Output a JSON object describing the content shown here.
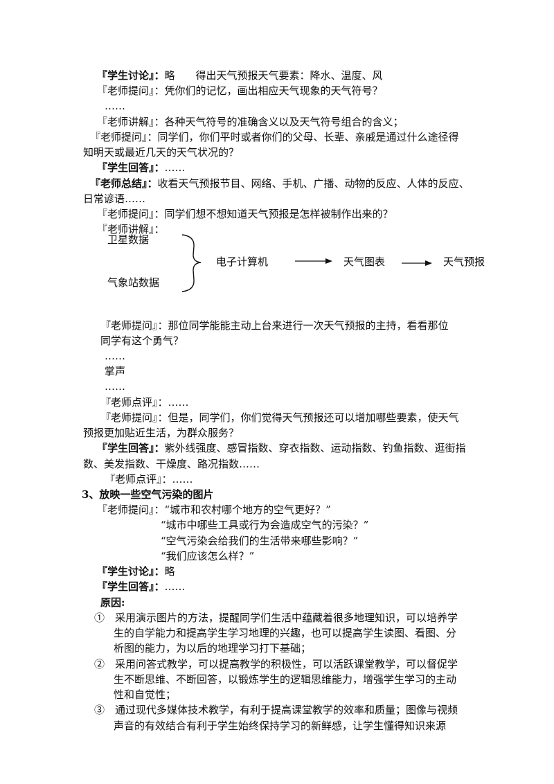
{
  "lines": [
    {
      "label": "『学生讨论』：",
      "text": "略　　得出天气预报天气要素：降水、温度、风",
      "bold_label": true
    },
    {
      "label": "『老师提问』：",
      "text": "凭你们的记忆，画出相应天气现象的天气符号？"
    },
    {
      "text": "……"
    },
    {
      "label": "『老师讲解』：",
      "text": "各种天气符号的准确含义以及天气符号组合的含义；"
    },
    {
      "label": "『老师提问』：",
      "text": "同学们，你们平时或者你们的父母、长辈、亲戚是通过什么途径得"
    },
    {
      "text": "知明天或最近几天的天气状况的？"
    },
    {
      "label": "『学生回答』：",
      "text": "……",
      "bold_label": true
    },
    {
      "label": "『老师总结』：",
      "text": "收看天气预报节目、网络、手机、广播、动物的反应、人体的反应、"
    },
    {
      "text": "日常谚语……"
    },
    {
      "label": "『老师提问』：",
      "text": "同学们想不想知道天气预报是怎样被制作出来的？"
    },
    {
      "label": "『老师讲解』：",
      "text": ""
    },
    {
      "label": "『老师提问』：",
      "text": "那位同学能能主动上台来进行一次天气预报的主持，看看那位"
    },
    {
      "text": "同学有这个勇气？"
    },
    {
      "text": "……"
    },
    {
      "text": "掌声"
    },
    {
      "text": "……"
    },
    {
      "label": "『老师点评』：",
      "text": "……"
    },
    {
      "label": "『老师提问』：",
      "text": "但是，同学们，你们觉得天气预报还可以增加哪些要素，使天气"
    },
    {
      "text": "预报更加贴近生活，为群众服务？"
    },
    {
      "label": "『学生回答』：",
      "text": "紫外线强度、感冒指数、穿衣指数、运动指数、钓鱼指数、逛街指",
      "bold_label": true
    },
    {
      "text": "数、美发指数、干燥度、路况指数……"
    },
    {
      "label": "『老师点评』：",
      "text": "……"
    },
    {
      "text": "3、放映一些空气污染的图片",
      "bold_text": true
    },
    {
      "label": "『老师提问』：",
      "text": "“城市和农村哪个地方的空气更好？”"
    },
    {
      "text": "“城市中哪些工具或行为会造成空气的污染？”"
    },
    {
      "text": "“空气污染会给我们的生活带来哪些影响？”"
    },
    {
      "text": "“我们应该怎么样？”"
    },
    {
      "label": "『学生讨论』：",
      "text": "略",
      "bold_label": true
    },
    {
      "label": "『学生回答』：",
      "text": "……",
      "bold_label": true
    },
    {
      "text": "原因:",
      "bold_text": true
    },
    {
      "text": "①　采用演示图片的方法，提醒同学们生活中蕴藏着很多地理知识，可以培养学"
    },
    {
      "text": "生的自学能力和提高学生学习地理的兴趣，也可以提高学生读图、看图、分"
    },
    {
      "text": "析图的能力，为以后的地理学习打下基础；"
    },
    {
      "text": "②　采用问答式教学，可以提高教学的积极性，可以活跃课堂教学，可以督促学"
    },
    {
      "text": "生不断思维、不断回答，以锻炼学生的逻辑思维能力，增强学生学习的主动"
    },
    {
      "text": "性和自觉性；"
    },
    {
      "text": "③　通过现代多媒体技术教学，有利于提高课堂教学的效率和质量；图像与视频"
    },
    {
      "text": "声音的有效结合有利于学生始终保持学习的新鲜感，让学生懂得知识来源"
    }
  ],
  "diagram": {
    "input_top": "卫星数据",
    "input_bottom": "气象站数据",
    "step1": "电子计算机",
    "step2": "天气图表",
    "step3": "天气预报"
  }
}
